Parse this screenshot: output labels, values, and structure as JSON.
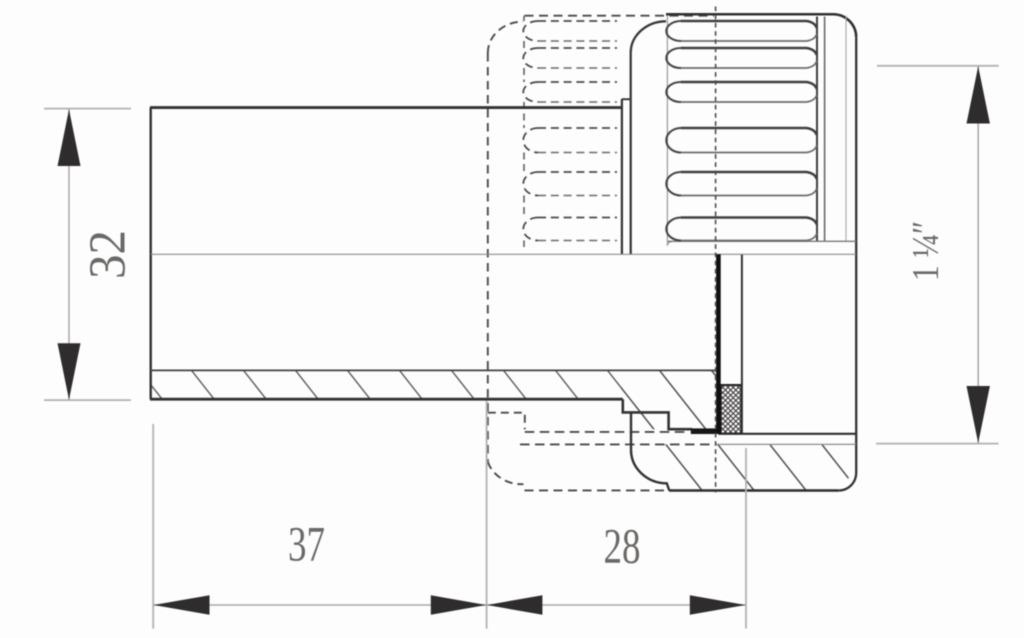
{
  "drawing": {
    "type": "technical-drawing",
    "subject": "pipe union fitting with threaded nut, half-section side view",
    "units": "mm (bottom/left), inches (right)",
    "dimensions": {
      "pipe_height": {
        "value": "32",
        "orientation": "vertical-left"
      },
      "length_left": {
        "value": "37",
        "orientation": "horizontal-bottom"
      },
      "length_right": {
        "value": "28",
        "orientation": "horizontal-bottom"
      },
      "thread_size": {
        "value": "1 ¼″",
        "orientation": "vertical-right"
      }
    },
    "line_colors": {
      "outline": "#2b2b2b",
      "thin": "#8e8e8e",
      "dimension": "#a9a9a9",
      "text": "#666666"
    },
    "background": "#fdfdfd"
  }
}
